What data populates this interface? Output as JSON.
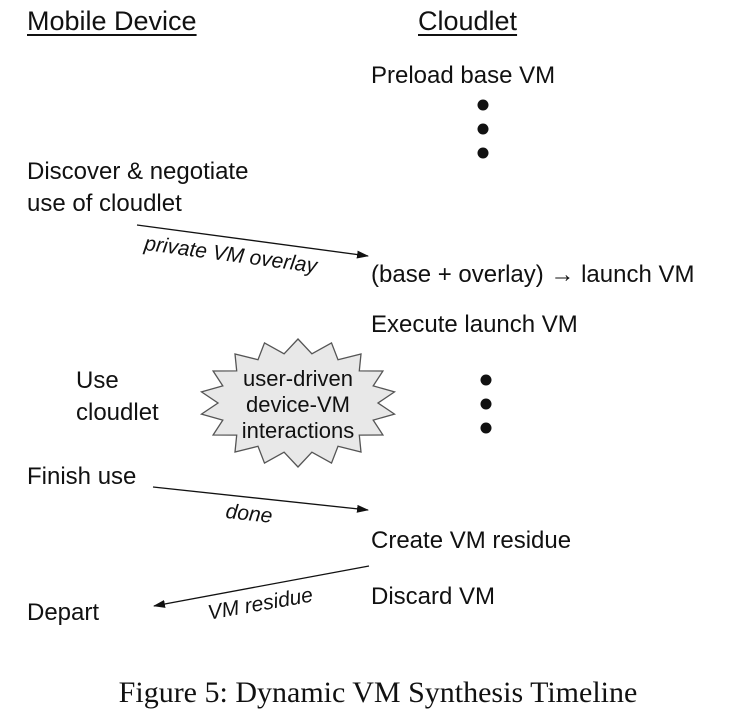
{
  "columns": {
    "mobile": "Mobile Device",
    "cloudlet": "Cloudlet"
  },
  "mobile_steps": {
    "discover_line1": "Discover & negotiate",
    "discover_line2": "use of cloudlet",
    "use_line1": "Use",
    "use_line2": "cloudlet",
    "finish": "Finish use",
    "depart": "Depart"
  },
  "cloudlet_steps": {
    "preload": "Preload base VM",
    "launch": "(base + overlay) → launch VM",
    "execute": "Execute launch VM",
    "residue": "Create VM residue",
    "discard": "Discard VM"
  },
  "messages": {
    "overlay": "private VM overlay",
    "done": "done",
    "residue": "VM residue"
  },
  "interaction": {
    "line1": "user-driven",
    "line2": "device-VM",
    "line3": "interactions",
    "fill": "#e8e8e8"
  },
  "caption": "Figure 5: Dynamic VM Synthesis Timeline"
}
